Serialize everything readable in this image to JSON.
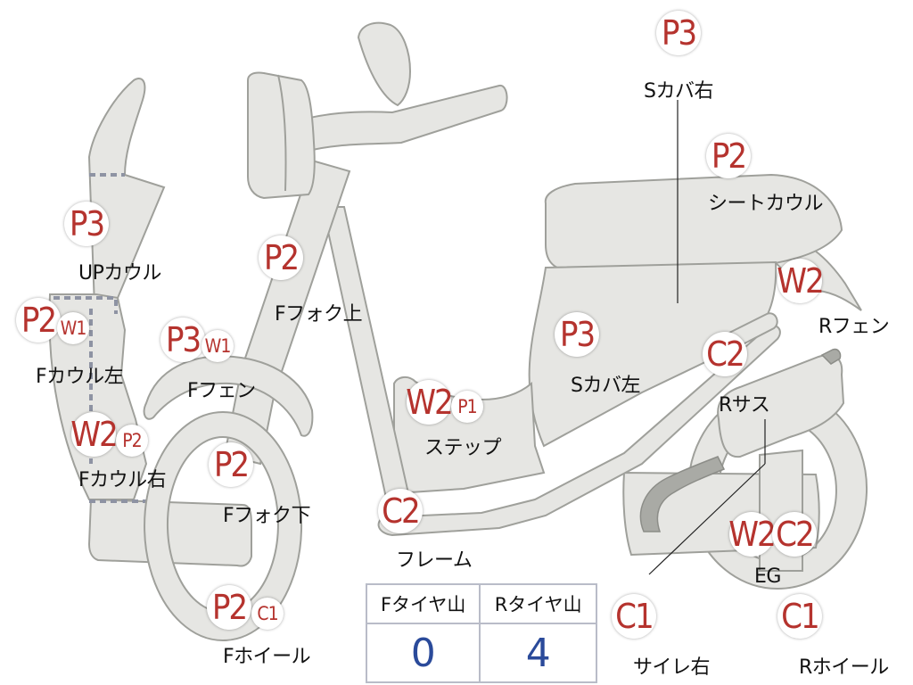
{
  "badges": {
    "scover_right": "P3",
    "seat_cowl": "P2",
    "up_cowl": "P3",
    "f_fork_top": "P2",
    "r_fender": "W2",
    "f_cowl_left": "P2",
    "f_cowl_left_sub": "W1",
    "f_fender": "P3",
    "f_fender_sub": "W1",
    "s_cover_left": "P3",
    "r_sus": "C2",
    "step": "W2",
    "step_sub": "P1",
    "f_cowl_right": "W2",
    "f_cowl_right_sub": "P2",
    "f_fork_bottom": "P2",
    "frame": "C2",
    "eg_w": "W2",
    "eg_c": "C2",
    "f_wheel": "P2",
    "f_wheel_sub": "C1",
    "muffler_right": "C1",
    "r_wheel": "C1"
  },
  "labels": {
    "scover_right": "Sカバ右",
    "seat_cowl": "シートカウル",
    "up_cowl": "UPカウル",
    "f_fork_top": "Fフォク上",
    "r_fender": "Rフェン",
    "f_cowl_left": "Fカウル左",
    "f_fender": "Fフェン",
    "s_cover_left": "Sカバ左",
    "r_sus": "Rサス",
    "step": "ステップ",
    "f_cowl_right": "Fカウル右",
    "f_fork_bottom": "Fフォク下",
    "frame": "フレーム",
    "eg": "EG",
    "f_wheel": "Fホイール",
    "muffler_right": "サイレ右",
    "r_wheel": "Rホイール"
  },
  "tread": {
    "front_label": "Fタイヤ山",
    "rear_label": "Rタイヤ山",
    "front_value": "0",
    "rear_value": "4"
  }
}
